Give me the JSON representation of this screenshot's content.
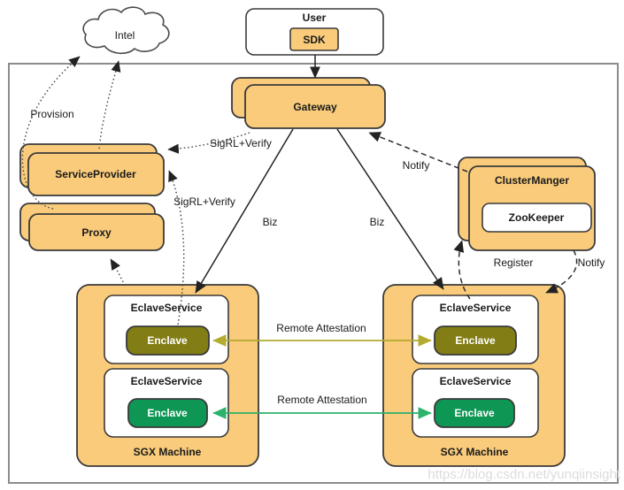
{
  "diagram": {
    "title_hint": "SGX remote attestation architecture",
    "nodes": {
      "intel": "Intel",
      "user": "User",
      "sdk": "SDK",
      "gateway": "Gateway",
      "service_provider": "ServiceProvider",
      "proxy": "Proxy",
      "cluster_manager": "ClusterManger",
      "zookeeper": "ZooKeeper",
      "sgx_left": {
        "machine": "SGX Machine",
        "service1": "EclaveService",
        "enclave1": "Enclave",
        "service2": "EclaveService",
        "enclave2": "Enclave"
      },
      "sgx_right": {
        "machine": "SGX Machine",
        "service1": "EclaveService",
        "enclave1": "Enclave",
        "service2": "EclaveService",
        "enclave2": "Enclave"
      }
    },
    "edges": {
      "provision": "Provision",
      "sigrl_upper": "SigRL+Verify",
      "sigrl_lower": "SigRL+Verify",
      "biz_left": "Biz",
      "biz_right": "Biz",
      "notify_gateway": "Notify",
      "register": "Register",
      "notify_enclave": "Notify",
      "ra_top": "Remote Attestation",
      "ra_bottom": "Remote Attestation"
    },
    "colors": {
      "node_fill": "#f9cb7b",
      "node_border": "#3a3a3a",
      "enclave_olive": "#827d15",
      "enclave_green": "#0e9655",
      "arrow_olive": "#b3ab2f",
      "arrow_green": "#2cb26b",
      "outer_border": "#8c8c8c",
      "watermark_gray": "#dcdcdc"
    },
    "watermark": "https://blog.csdn.net/yunqiinsight"
  }
}
